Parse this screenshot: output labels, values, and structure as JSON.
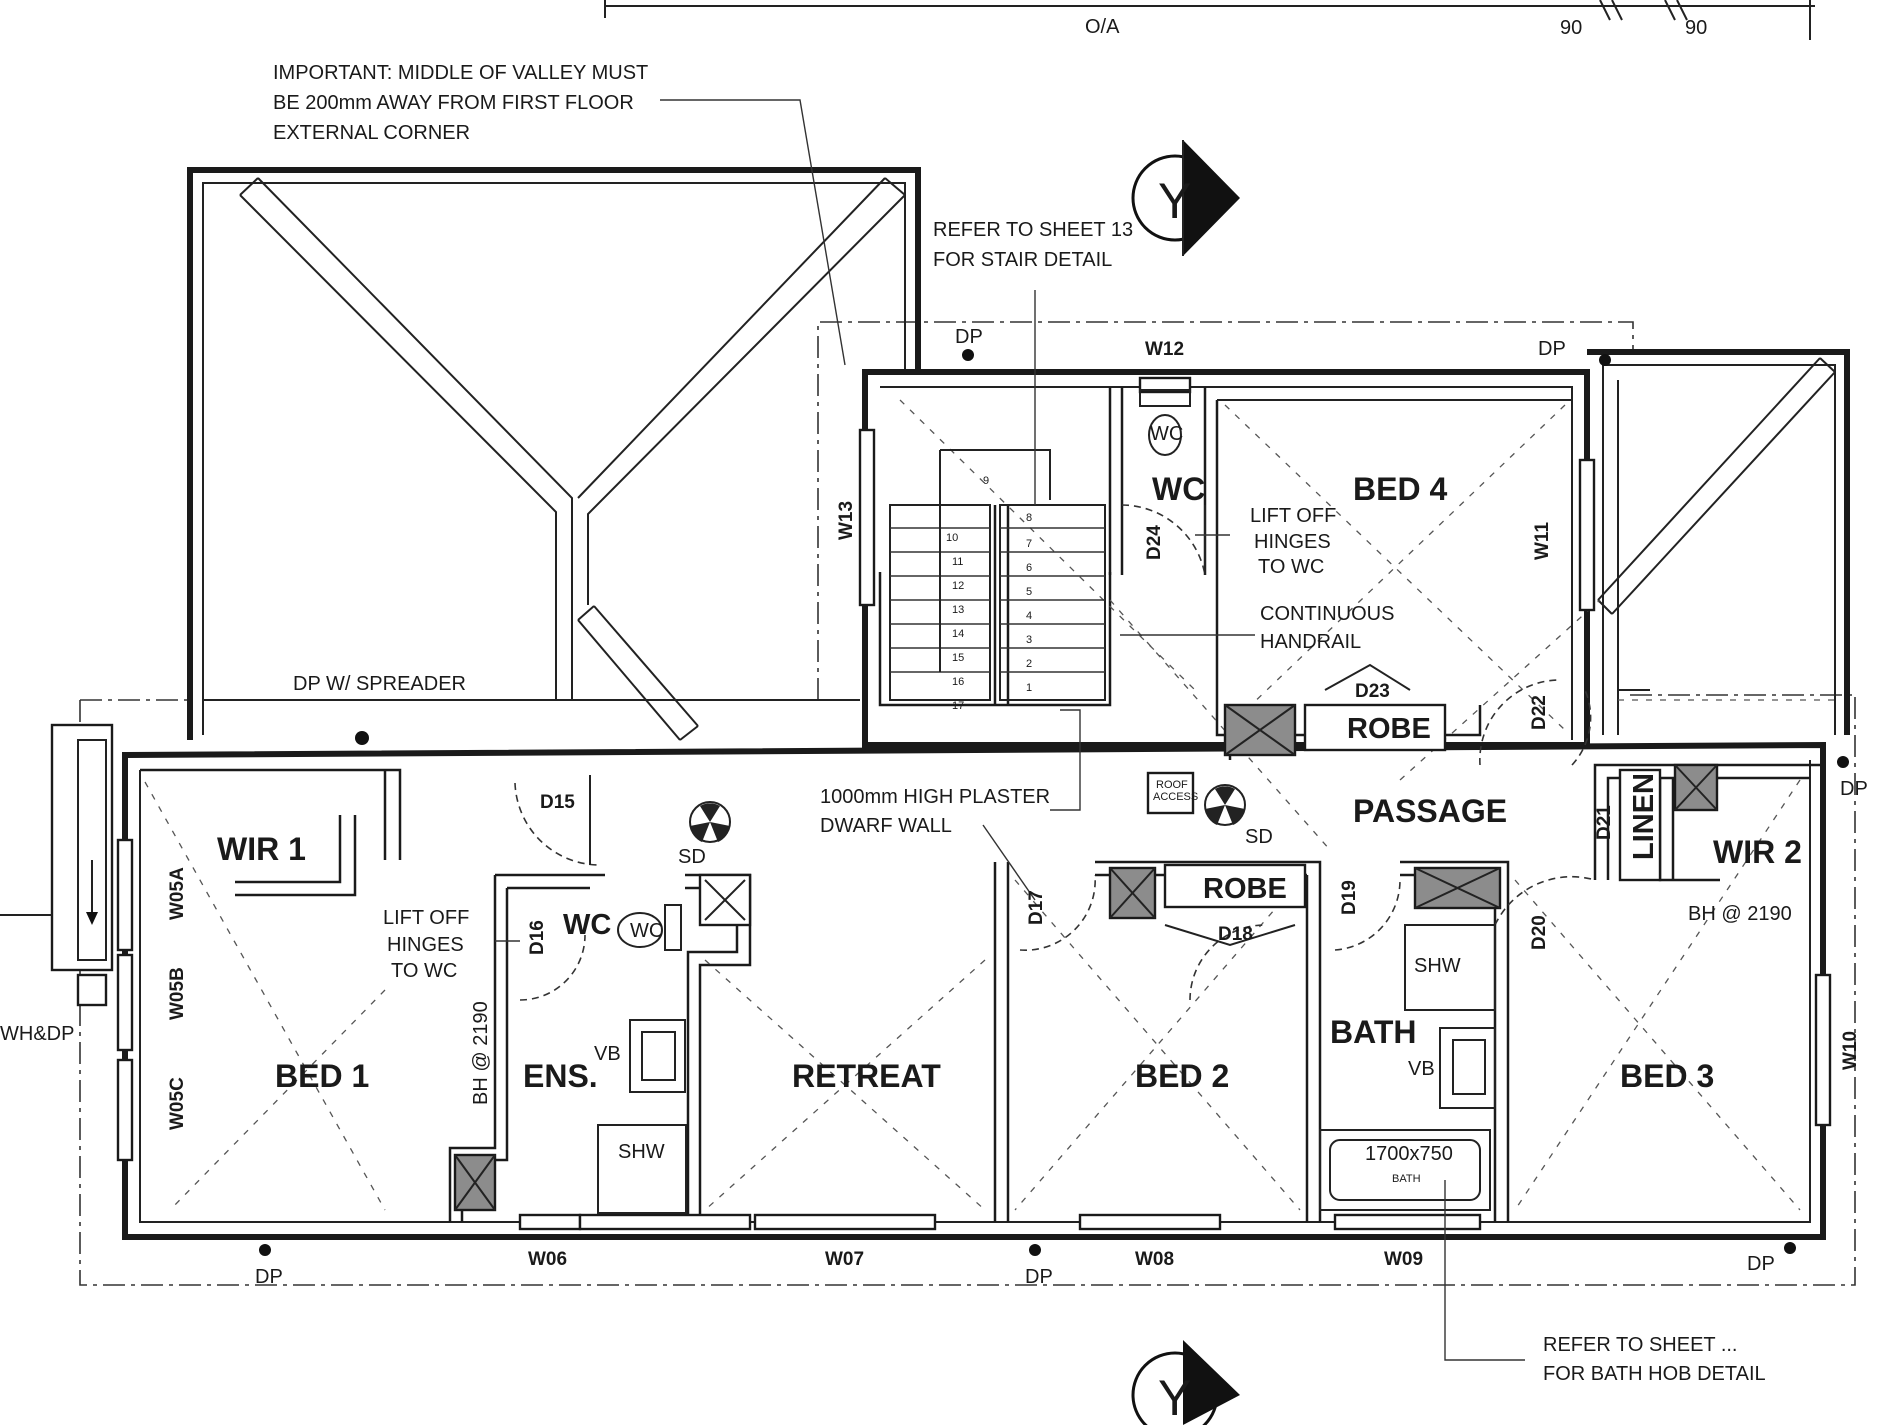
{
  "dimensions": {
    "overall": "O/A",
    "right_a": "90",
    "right_b": "90"
  },
  "section_marker": {
    "label": "Y"
  },
  "notes": {
    "valley": [
      "IMPORTANT: MIDDLE OF VALLEY MUST",
      "BE 200mm AWAY FROM FIRST FLOOR",
      "EXTERNAL CORNER"
    ],
    "stair": [
      "REFER TO SHEET 13",
      "FOR STAIR DETAIL"
    ],
    "lift_hinges_upper": [
      "LIFT OFF",
      "HINGES",
      "TO WC"
    ],
    "lift_hinges_lower": [
      "LIFT OFF",
      "HINGES",
      "TO WC"
    ],
    "handrail": [
      "CONTINUOUS",
      "HANDRAIL"
    ],
    "dwarf_wall": [
      "1000mm HIGH PLASTER",
      "DWARF WALL"
    ],
    "bath_hob": [
      "REFER TO SHEET ...",
      "FOR BATH HOB DETAIL"
    ],
    "spreader": "DP W/ SPREADER",
    "hwdp": "WH&DP",
    "bh_wir2": "BH @ 2190",
    "bh_ens": "BH @ 2190",
    "roof_access": [
      "ROOF",
      "ACCESS"
    ]
  },
  "rooms": {
    "bed1": "BED 1",
    "bed2": "BED 2",
    "bed3": "BED 3",
    "bed4": "BED 4",
    "wir1": "WIR 1",
    "wir2": "WIR 2",
    "ens": "ENS.",
    "retreat": "RETREAT",
    "bath": "BATH",
    "passage": "PASSAGE",
    "wc_upper": "WC",
    "wc_lower": "WC",
    "robe_upper": "ROBE",
    "robe_lower": "ROBE",
    "linen": "LINEN"
  },
  "fixtures": {
    "wc_pan": "WC",
    "shw": "SHW",
    "vb": "VB",
    "bath_size": "1700x750",
    "bath": "BATH",
    "sd": "SD",
    "dp": "DP"
  },
  "windows": [
    "W05A",
    "W05B",
    "W05C",
    "W06",
    "W07",
    "W08",
    "W09",
    "W10",
    "W11",
    "W12",
    "W13"
  ],
  "doors": [
    "D15",
    "D16",
    "D17",
    "D18",
    "D19",
    "D20",
    "D21",
    "D22",
    "D23",
    "D24"
  ],
  "stair_treads": [
    "1",
    "2",
    "3",
    "4",
    "5",
    "6",
    "7",
    "8",
    "9",
    "10",
    "11",
    "12",
    "13",
    "14",
    "15",
    "16",
    "17"
  ]
}
